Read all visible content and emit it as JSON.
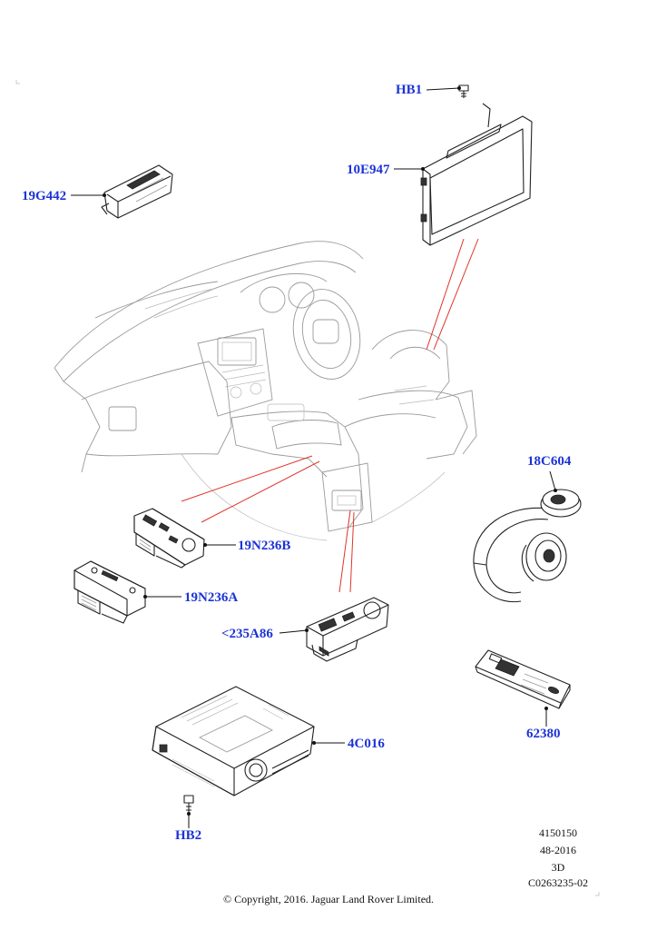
{
  "callouts": {
    "hb1": "HB1",
    "e10_947": "10E947",
    "g19_442": "19G442",
    "c18_604": "18C604",
    "n19_236b": "19N236B",
    "n19_236a": "19N236A",
    "a235_86": "<235A86",
    "n62380": "62380",
    "c4_016": "4C016",
    "hb2": "HB2"
  },
  "reference": {
    "line1": "4150150",
    "line2": "48-2016",
    "line3": "3D",
    "line4": "C0263235-02"
  },
  "copyright": "© Copyright, 2016. Jaguar Land Rover Limited.",
  "colors": {
    "callout_text": "#1c33d6",
    "leader_red": "#e0332a",
    "line_art": "#222222",
    "interior_grey": "#9a9a9a"
  }
}
